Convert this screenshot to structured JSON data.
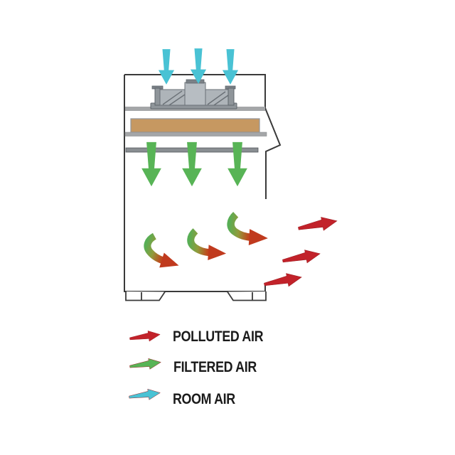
{
  "diagram": {
    "name": "clean-bench-airflow-diagram",
    "colors": {
      "room_air": "#49c2d4",
      "filtered_air": "#58b456",
      "polluted_air": "#c2222a",
      "transition_head": "#c03a1e",
      "filter_media": "#c69861",
      "shelf_light": "#a4a6a8",
      "shelf_dark": "#898e92",
      "outline": "#3a3a3a"
    },
    "arrow_counts": {
      "room_air": 3,
      "filtered_air": 3,
      "transition": 3,
      "polluted_air": 3
    }
  },
  "legend": {
    "items": [
      {
        "id": "polluted-air",
        "label": "POLLUTED AIR",
        "color": "#c2222a"
      },
      {
        "id": "filtered-air",
        "label": "FILTERED AIR",
        "color": "#58b456"
      },
      {
        "id": "room-air",
        "label": "ROOM AIR",
        "color": "#49c2d4"
      }
    ]
  }
}
